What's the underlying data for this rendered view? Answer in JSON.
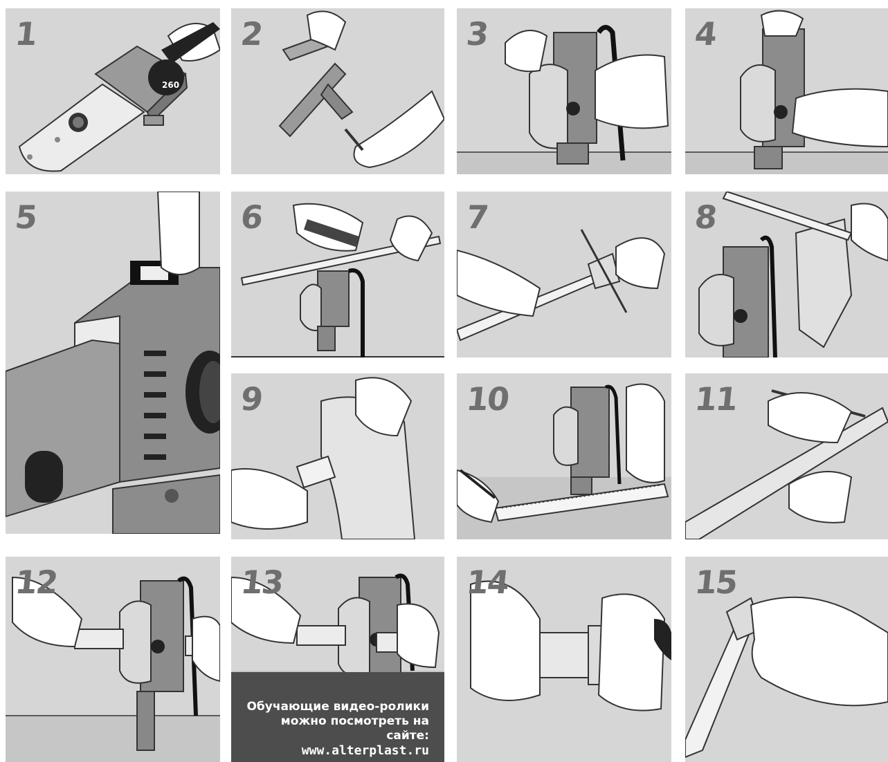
{
  "steps": [
    {
      "number": "1"
    },
    {
      "number": "2"
    },
    {
      "number": "3"
    },
    {
      "number": "4"
    },
    {
      "number": "5"
    },
    {
      "number": "6"
    },
    {
      "number": "7"
    },
    {
      "number": "8"
    },
    {
      "number": "9"
    },
    {
      "number": "10"
    },
    {
      "number": "11"
    },
    {
      "number": "12"
    },
    {
      "number": "13"
    },
    {
      "number": "14"
    },
    {
      "number": "15"
    }
  ],
  "thermostat_label": "260",
  "info_box": {
    "line1": "Обучающие видео-ролики",
    "line2": "можно посмотреть на сайте:",
    "url": "www.alterplast.ru"
  },
  "colors": {
    "panel_bg": "#d6d6d6",
    "number": "#6f6f6f",
    "device_body": "#8c8c8c",
    "dark": "#1f1f1f",
    "info_bg": "#4d4d4d"
  }
}
